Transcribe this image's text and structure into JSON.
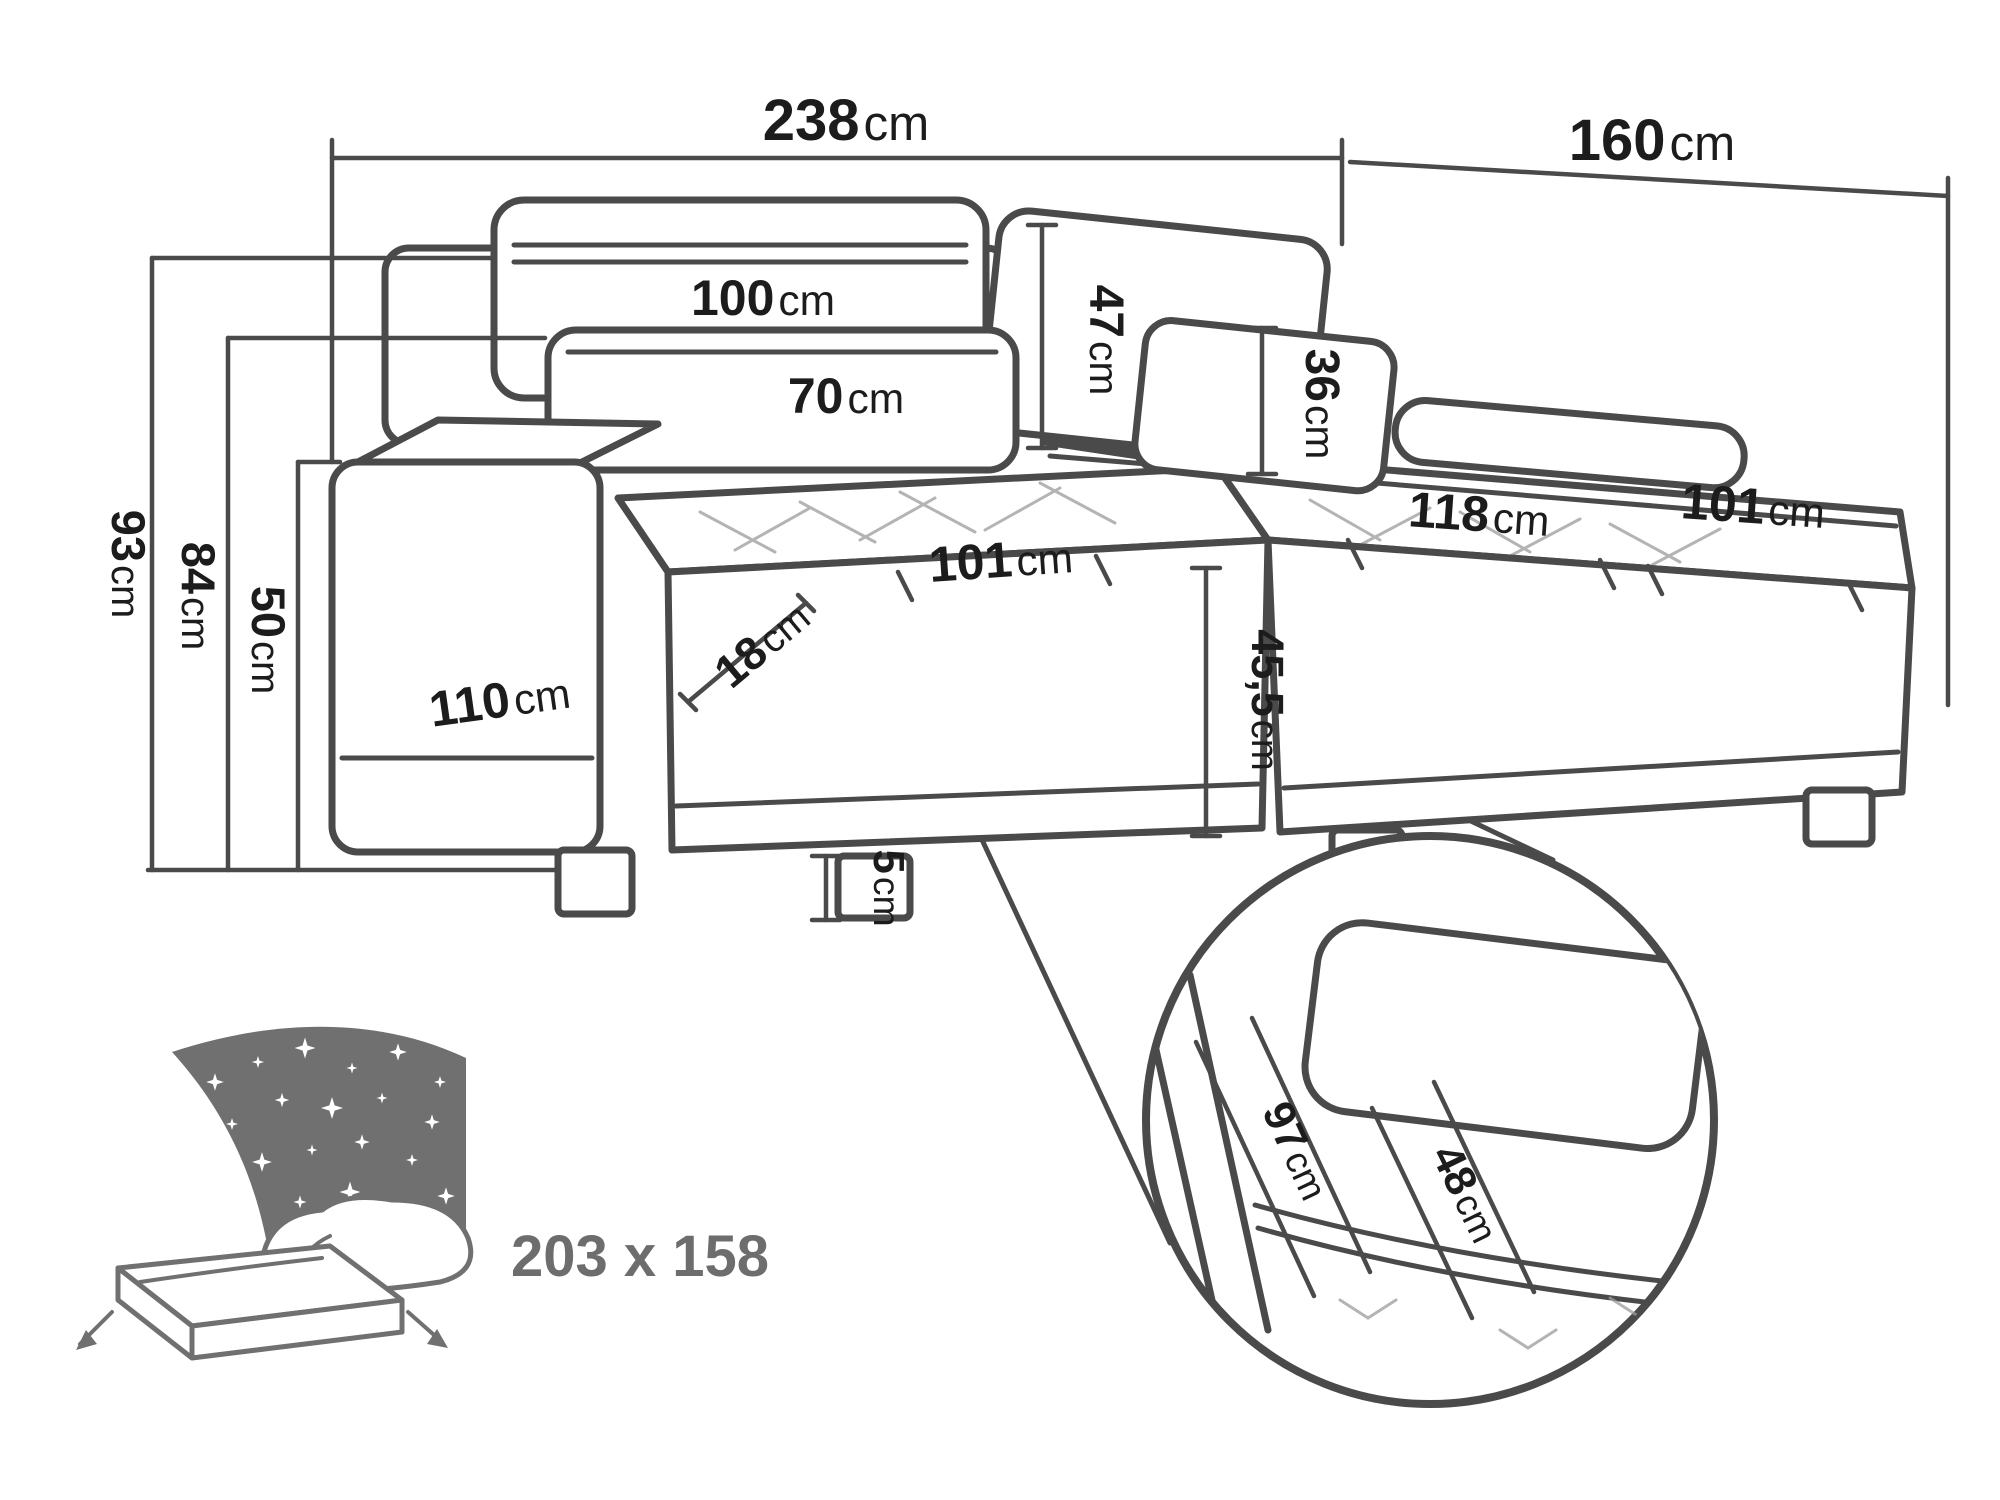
{
  "page": {
    "background": "#ffffff",
    "line_color": "#4a4a4a",
    "text_color": "#1c1c1c",
    "icon_color": "#707070"
  },
  "dims": {
    "total_width": {
      "value": "238",
      "unit": "cm"
    },
    "chaise_depth": {
      "value": "160",
      "unit": "cm"
    },
    "total_height": {
      "value": "93",
      "unit": "cm"
    },
    "backrest_height": {
      "value": "84",
      "unit": "cm"
    },
    "armrest_height": {
      "value": "50",
      "unit": "cm"
    },
    "back_cushion_width": {
      "value": "100",
      "unit": "cm"
    },
    "front_cushion_width": {
      "value": "70",
      "unit": "cm"
    },
    "back_cushion_height": {
      "value": "47",
      "unit": "cm"
    },
    "side_cushion_height": {
      "value": "36",
      "unit": "cm"
    },
    "seat_width": {
      "value": "101",
      "unit": "cm"
    },
    "chaise_seat_length": {
      "value": "118",
      "unit": "cm"
    },
    "chaise_seat_width": {
      "value": "101",
      "unit": "cm"
    },
    "armrest_width": {
      "value": "18",
      "unit": "cm"
    },
    "side_length": {
      "value": "110",
      "unit": "cm"
    },
    "seat_height": {
      "value": "45,5",
      "unit": "cm"
    },
    "leg_height": {
      "value": "5",
      "unit": "cm"
    },
    "detail_seat_depth": {
      "value": "97",
      "unit": "cm"
    },
    "detail_cushion_width": {
      "value": "48",
      "unit": "cm"
    }
  },
  "sleeping_area": {
    "size_label": "203 x 158"
  }
}
